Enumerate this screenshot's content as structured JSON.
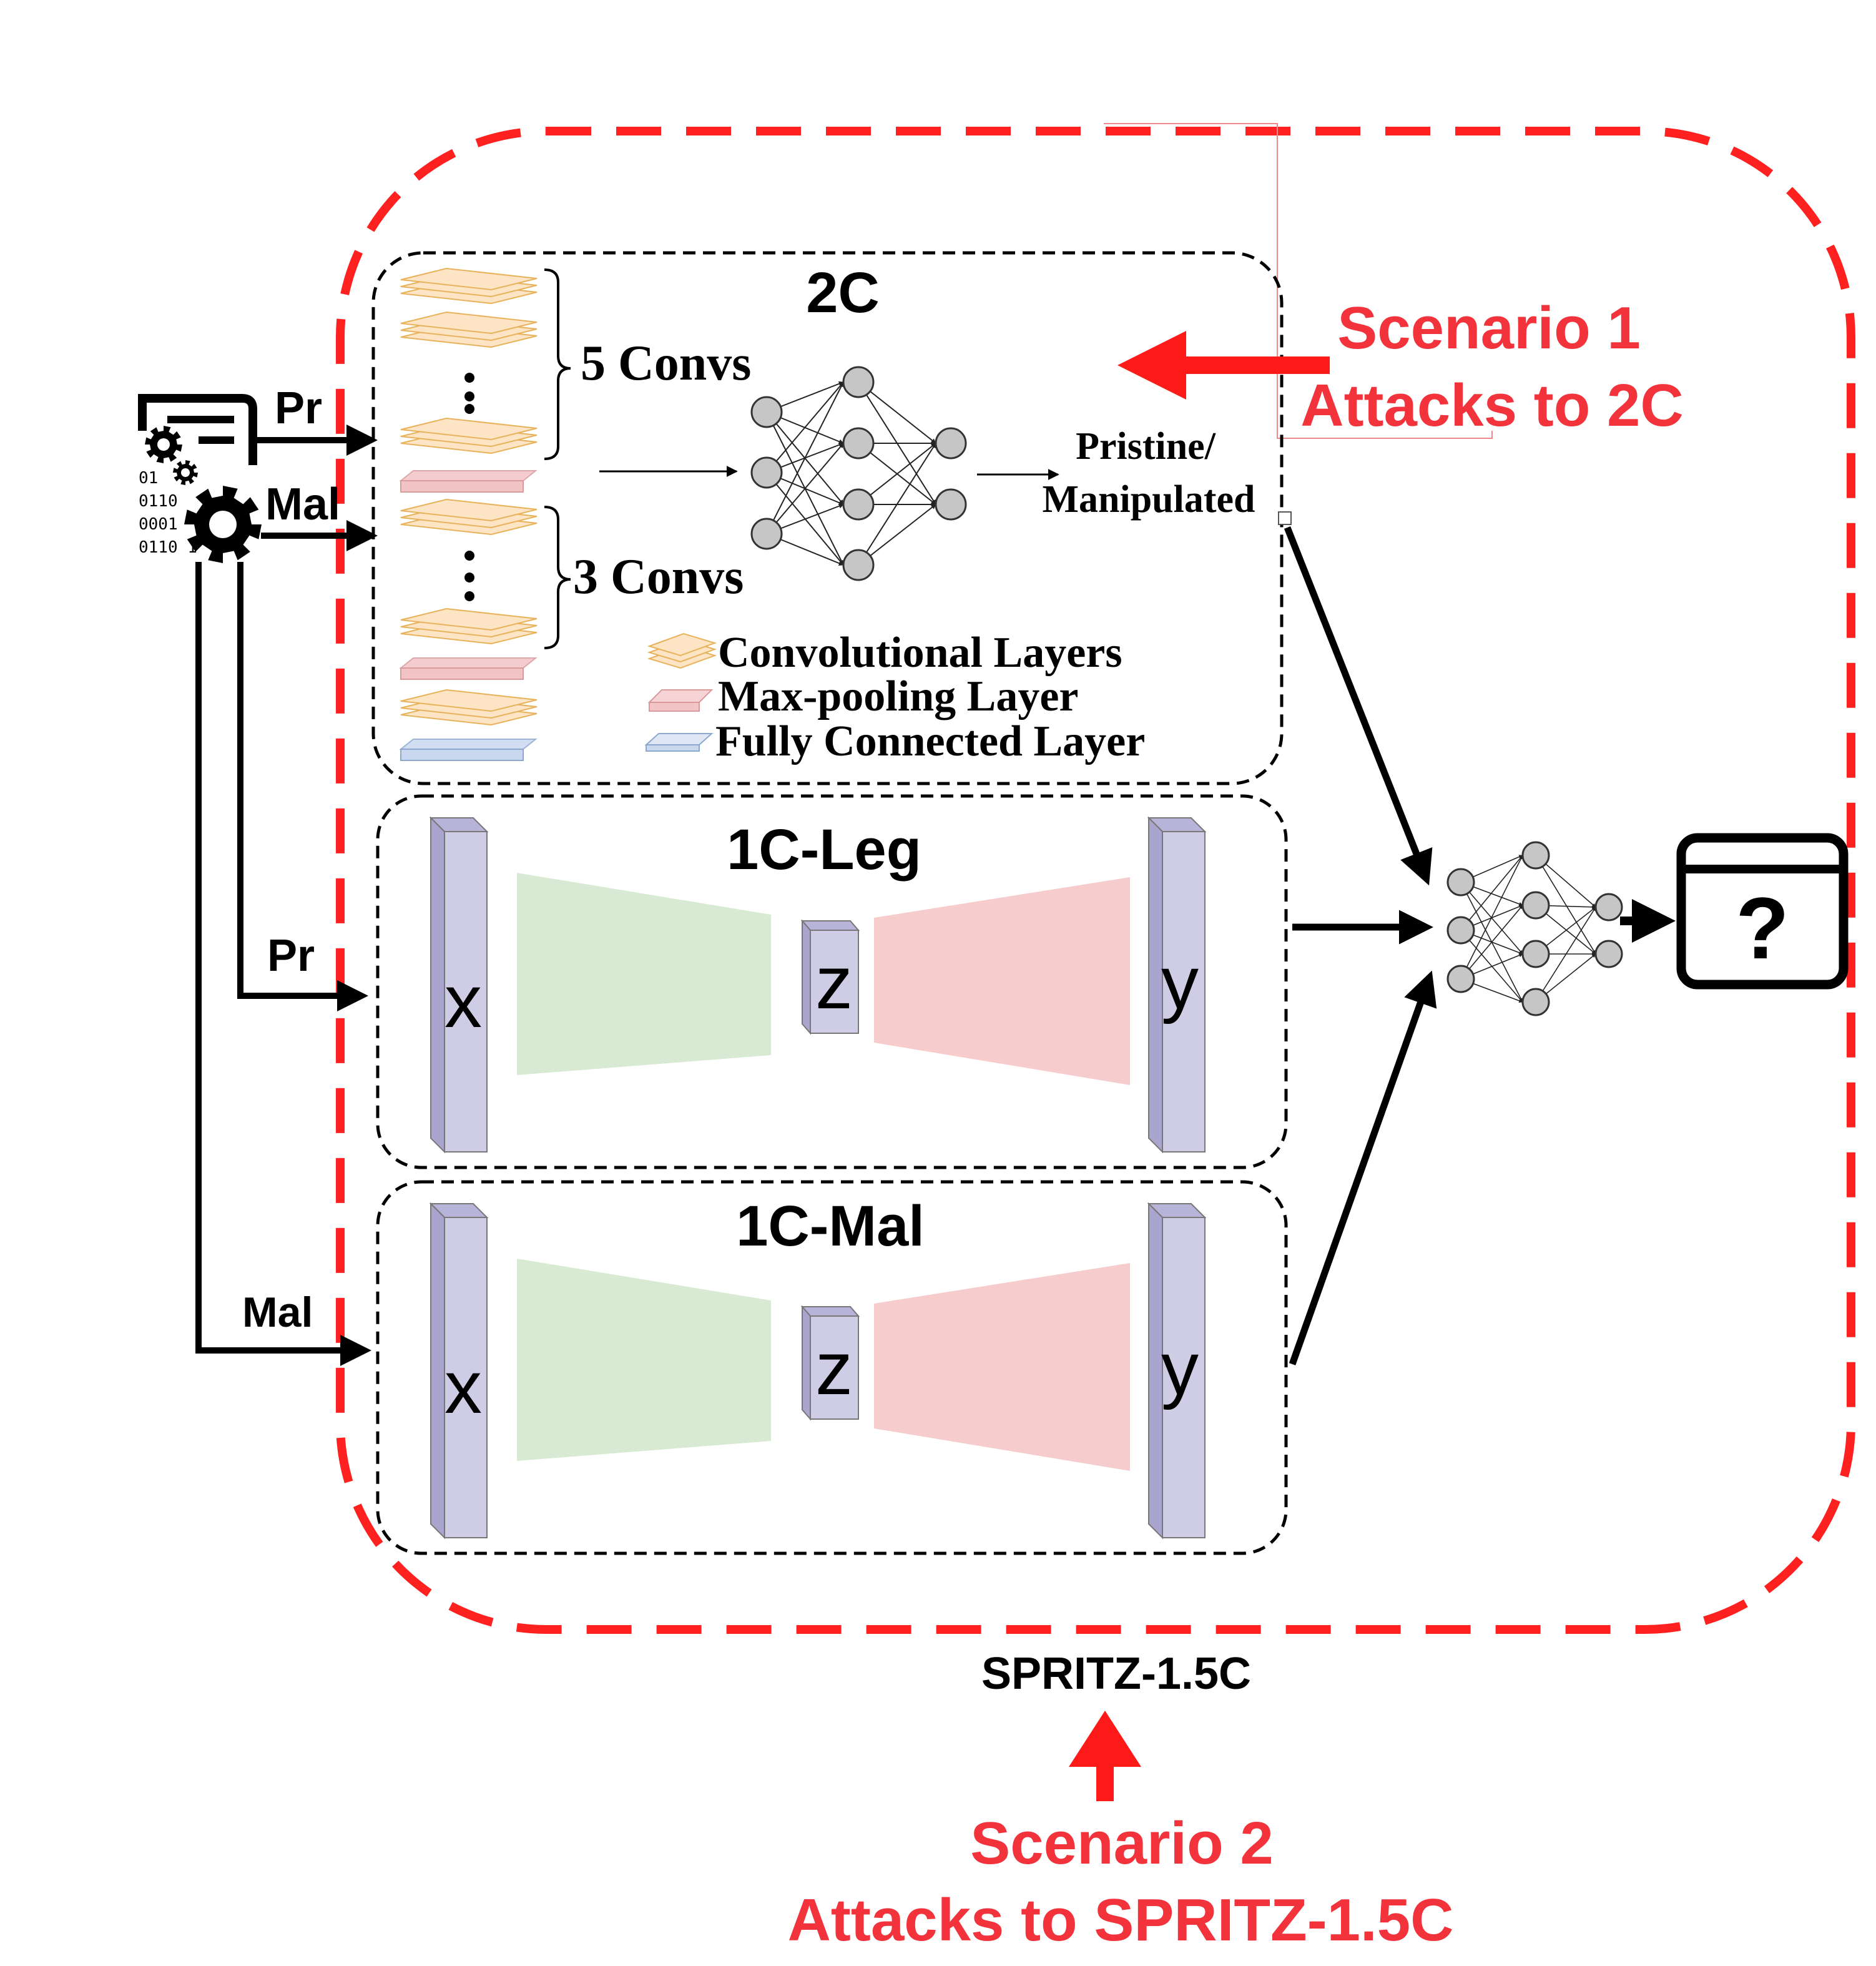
{
  "input_icon": {
    "binary_lines": [
      "01",
      "0110",
      "0001",
      "0110 1"
    ]
  },
  "arrows": {
    "pr_top": "Pr",
    "mal_top": "Mal",
    "pr_bottom": "Pr",
    "mal_bottom": "Mal"
  },
  "block_2c": {
    "title": "2C",
    "five_convs": "5 Convs",
    "three_convs": "3 Convs",
    "output_line1": "Pristine/",
    "output_line2": "Manipulated",
    "legend": {
      "conv": "Convolutional Layers",
      "maxpool": "Max-pooling Layer",
      "fc": "Fully Connected Layer"
    }
  },
  "block_1c_leg": {
    "title": "1C-Leg",
    "x": "x",
    "z": "z",
    "y": "y"
  },
  "block_1c_mal": {
    "title": "1C-Mal",
    "x": "x",
    "z": "z",
    "y": "y"
  },
  "system_label": "SPRITZ-1.5C",
  "scenario1": {
    "line1": "Scenario 1",
    "line2": "Attacks to 2C"
  },
  "scenario2": {
    "line1": "Scenario 2",
    "line2": "Attacks to SPRITZ-1.5C"
  },
  "output_symbol": "?",
  "colors": {
    "red": "#ff2020",
    "scenario_red": "#f2333c",
    "conv_fill": "#fce4c4",
    "conv_stroke": "#e8b25a",
    "maxpool_fill": "#f3c4c6",
    "fc_fill": "#c9d8ef",
    "encoder": "#d8ead3",
    "decoder": "#f6cccc",
    "bar": "#cfcce6",
    "node": "#c6c6c6"
  }
}
